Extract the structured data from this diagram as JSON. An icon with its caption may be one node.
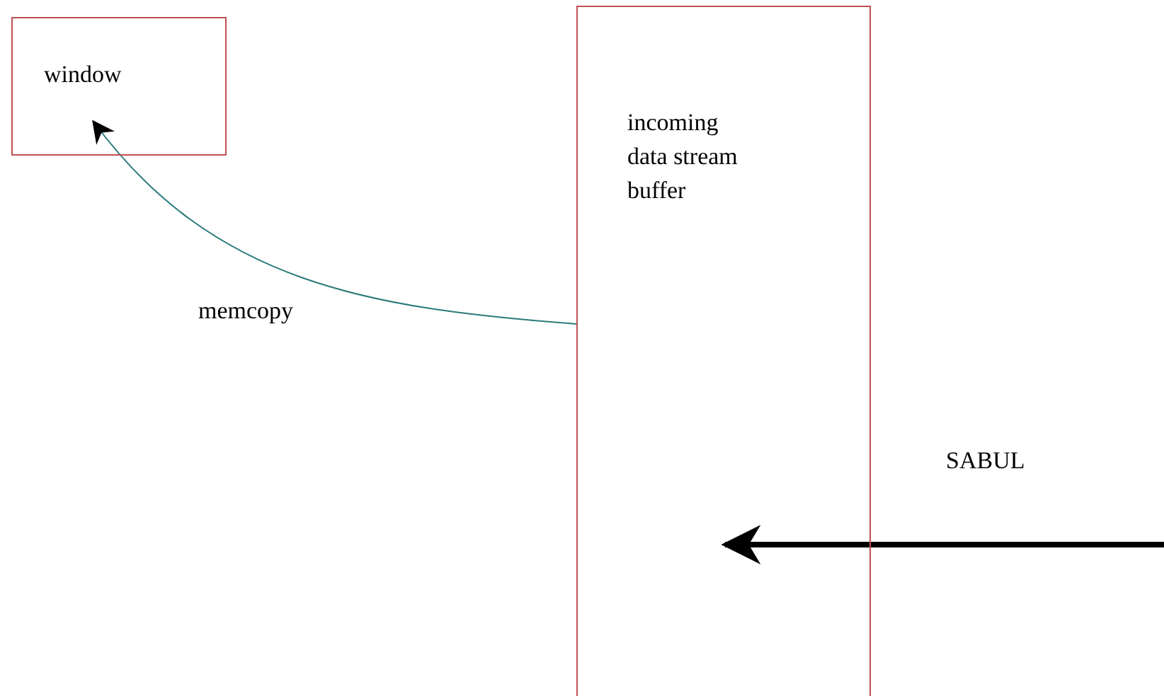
{
  "diagram": {
    "nodes": [
      {
        "text": [
          "window"
        ]
      },
      {
        "text": [
          "incoming data stream buffer"
        ]
      }
    ],
    "edges": [
      {
        "from": 1,
        "to": 0,
        "arrow": "to",
        "label": "memcopy",
        "color": "#2a7a7a"
      },
      {
        "from": null,
        "to": 1,
        "arrow": "to",
        "label": "SABUL",
        "style": "thick",
        "color": "#000000"
      }
    ]
  }
}
